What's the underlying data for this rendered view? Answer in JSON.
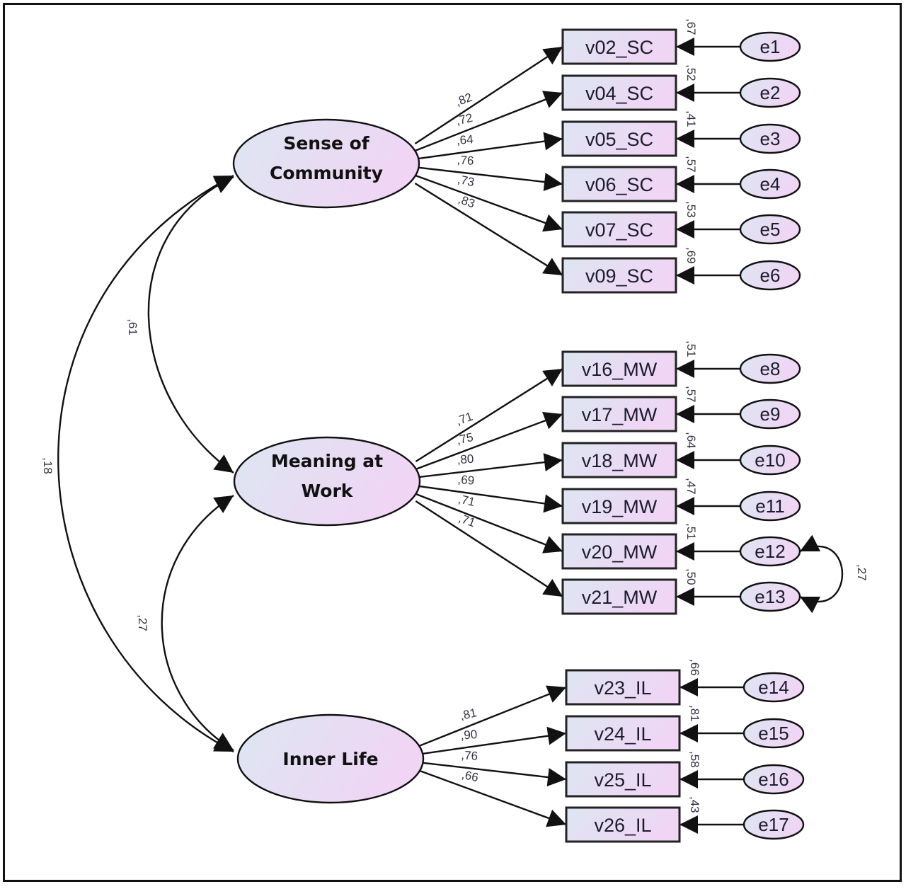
{
  "diagram": {
    "type": "sem-path-diagram",
    "colors": {
      "node_fill_left": "#dde6f2",
      "node_fill_right": "#efd6f3",
      "stroke": "#111111",
      "coef_text": "#333344"
    },
    "latents": [
      {
        "id": "SC",
        "label_lines": [
          "Sense of",
          "Community"
        ],
        "indicators": [
          {
            "label": "v02_SC",
            "loading": ",82",
            "r2": ",67",
            "error": "e1"
          },
          {
            "label": "v04_SC",
            "loading": ",72",
            "r2": ",52",
            "error": "e2"
          },
          {
            "label": "v05_SC",
            "loading": ",64",
            "r2": ",41",
            "error": "e3"
          },
          {
            "label": "v06_SC",
            "loading": ",76",
            "r2": ",57",
            "error": "e4"
          },
          {
            "label": "v07_SC",
            "loading": ",73",
            "r2": ",53",
            "error": "e5"
          },
          {
            "label": "v09_SC",
            "loading": ",83",
            "r2": ",69",
            "error": "e6"
          }
        ]
      },
      {
        "id": "MW",
        "label_lines": [
          "Meaning at",
          "Work"
        ],
        "indicators": [
          {
            "label": "v16_MW",
            "loading": ",71",
            "r2": ",51",
            "error": "e8"
          },
          {
            "label": "v17_MW",
            "loading": ",75",
            "r2": ",57",
            "error": "e9"
          },
          {
            "label": "v18_MW",
            "loading": ",80",
            "r2": ",64",
            "error": "e10"
          },
          {
            "label": "v19_MW",
            "loading": ",69",
            "r2": ",47",
            "error": "e11"
          },
          {
            "label": "v20_MW",
            "loading": ",71",
            "r2": ",51",
            "error": "e12"
          },
          {
            "label": "v21_MW",
            "loading": ",71",
            "r2": ",50",
            "error": "e13"
          }
        ]
      },
      {
        "id": "IL",
        "label_lines": [
          "Inner Life"
        ],
        "indicators": [
          {
            "label": "v23_IL",
            "loading": ",81",
            "r2": ",66",
            "error": "e14"
          },
          {
            "label": "v24_IL",
            "loading": ",90",
            "r2": ",81",
            "error": "e15"
          },
          {
            "label": "v25_IL",
            "loading": ",76",
            "r2": ",58",
            "error": "e16"
          },
          {
            "label": "v26_IL",
            "loading": ",66",
            "r2": ",43",
            "error": "e17"
          }
        ]
      }
    ],
    "latent_covariances": [
      {
        "from": "SC",
        "to": "MW",
        "value": ",61"
      },
      {
        "from": "MW",
        "to": "IL",
        "value": ",27"
      },
      {
        "from": "SC",
        "to": "IL",
        "value": ",18"
      }
    ],
    "error_covariances": [
      {
        "from": "e12",
        "to": "e13",
        "value": ",27"
      }
    ]
  }
}
